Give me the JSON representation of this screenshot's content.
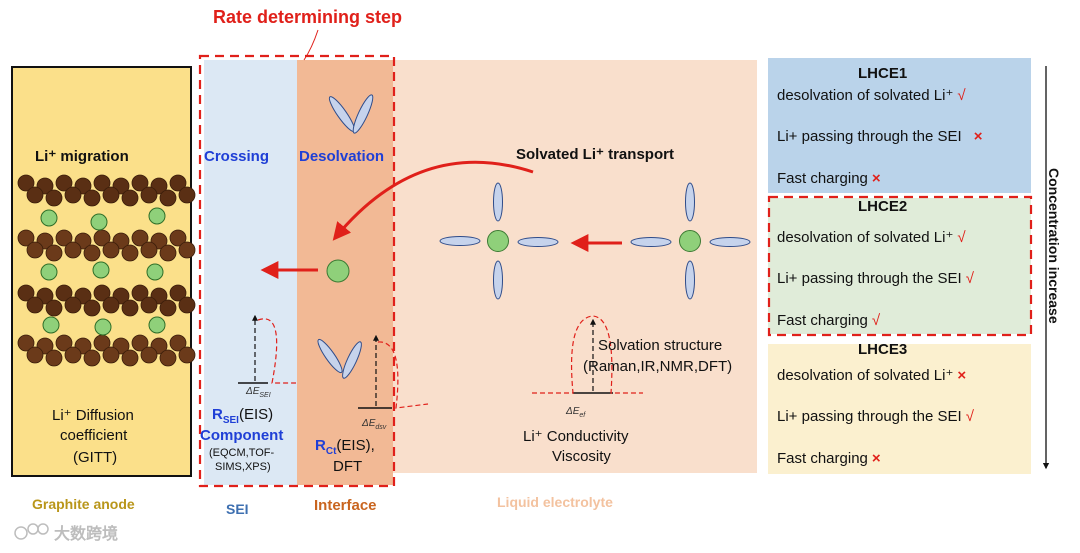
{
  "title": "Rate determining step",
  "regions": {
    "graphite": {
      "label": "Graphite anode",
      "migration": "Li⁺ migration",
      "diffusion_1": "Li⁺ Diffusion",
      "diffusion_2": "coefficient",
      "diffusion_3": "(GITT)"
    },
    "sei": {
      "label": "SEI",
      "process": "Crossing",
      "resistance_main": "R",
      "resistance_sub": "SEI",
      "resistance_tail": "(EIS)",
      "component": "Component",
      "methods_1": "(EQCM,TOF-",
      "methods_2": "SIMS,XPS)",
      "barrier_label": "ΔE",
      "barrier_sub": "SEI"
    },
    "interface": {
      "label": "Interface",
      "process": "Desolvation",
      "resistance_main": "R",
      "resistance_sub": "Ct",
      "resistance_tail": "(EIS),",
      "method": "DFT",
      "barrier_label": "ΔE",
      "barrier_sub": "dsv"
    },
    "electrolyte": {
      "label": "Liquid electrolyte",
      "process": "Solvated Li⁺  transport",
      "structure_1": "Solvation structure",
      "structure_2": "(Raman,IR,NMR,DFT)",
      "barrier_label": "ΔE",
      "barrier_sub": "ef",
      "property_1": "Li⁺  Conductivity",
      "property_2": "Viscosity"
    }
  },
  "lhce": [
    {
      "name": "LHCE1",
      "rows": [
        {
          "text": "desolvation of solvated Li⁺",
          "mark": "√",
          "kind": "check"
        },
        {
          "text": "Li+ passing through the SEI",
          "mark": "×",
          "kind": "cross"
        },
        {
          "text": "Fast charging",
          "mark": "×",
          "kind": "cross"
        }
      ],
      "color": "#bad3ea"
    },
    {
      "name": "LHCE2",
      "rows": [
        {
          "text": "desolvation of solvated Li⁺",
          "mark": "√",
          "kind": "check"
        },
        {
          "text": "Li+ passing through the SEI",
          "mark": "√",
          "kind": "check"
        },
        {
          "text": "Fast charging",
          "mark": "√",
          "kind": "check"
        }
      ],
      "color": "#e0ecd9"
    },
    {
      "name": "LHCE3",
      "rows": [
        {
          "text": "desolvation of solvated Li⁺",
          "mark": "×",
          "kind": "cross"
        },
        {
          "text": "Li+ passing through the SEI",
          "mark": "√",
          "kind": "check"
        },
        {
          "text": "Fast charging",
          "mark": "×",
          "kind": "cross"
        }
      ],
      "color": "#fbf0cf"
    }
  ],
  "concentration_axis": "Concentration increase",
  "watermark": "大数跨境",
  "colors": {
    "graphite_bg": "#fbe08a",
    "sei_bg": "#dce8f4",
    "interface_bg": "#f2b995",
    "electrolyte_bg": "#f9dfcc",
    "accent_red": "#e0201a",
    "blue_text": "#1f3fd6",
    "ion_green": "#8fd07a"
  }
}
